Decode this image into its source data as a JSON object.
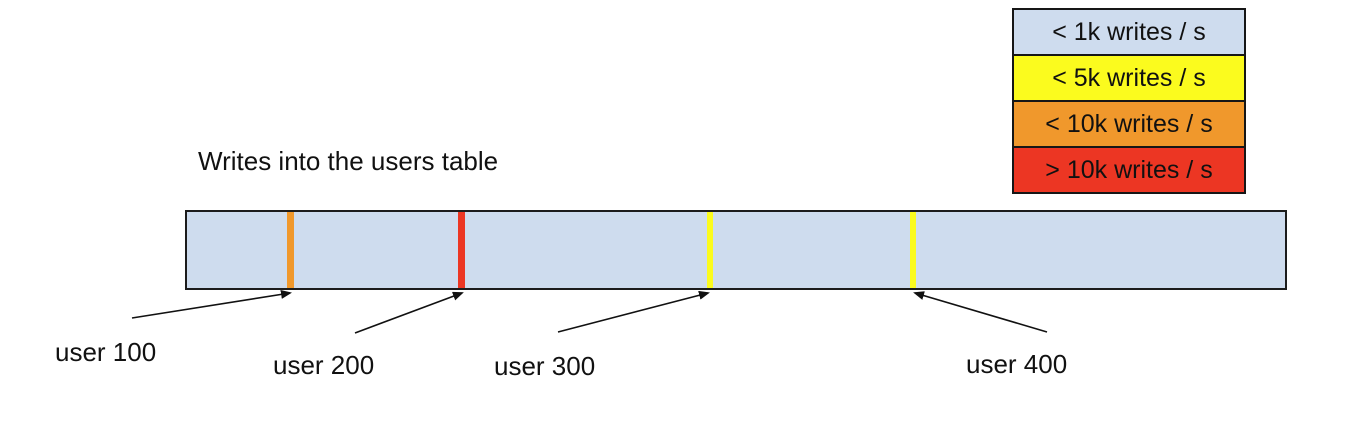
{
  "title": "Writes into the users table",
  "legend": {
    "items": [
      {
        "label": "< 1k writes / s",
        "color": "#cedcee"
      },
      {
        "label": "< 5k writes / s",
        "color": "#fbfb1e"
      },
      {
        "label": "< 10k writes / s",
        "color": "#f0982c"
      },
      {
        "label": "> 10k writes / s",
        "color": "#ec3623"
      }
    ]
  },
  "bar": {
    "fill": "#cedcee",
    "border_color": "#1c1c1c",
    "markers": [
      {
        "user": "user 100",
        "rate": "< 10k writes / s",
        "color": "#f0982c"
      },
      {
        "user": "user 200",
        "rate": "> 10k writes / s",
        "color": "#ec3623"
      },
      {
        "user": "user 300",
        "rate": "< 5k writes / s",
        "color": "#fbfb1e"
      },
      {
        "user": "user 400",
        "rate": "< 5k writes / s",
        "color": "#fbfb1e"
      }
    ]
  },
  "callouts": [
    {
      "label": "user 100"
    },
    {
      "label": "user 200"
    },
    {
      "label": "user 300"
    },
    {
      "label": "user 400"
    }
  ]
}
